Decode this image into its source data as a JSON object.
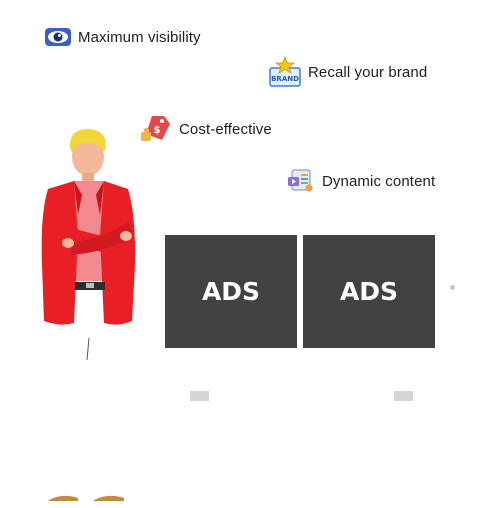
{
  "features": [
    {
      "label": "Maximum visibility",
      "icon": "eye-icon"
    },
    {
      "label": "Recall your brand",
      "icon": "brand-badge-icon"
    },
    {
      "label": "Cost-effective",
      "icon": "price-tag-icon"
    },
    {
      "label": "Dynamic content",
      "icon": "media-content-icon"
    }
  ],
  "billboards": [
    {
      "text": "ADS"
    },
    {
      "text": "ADS"
    }
  ],
  "colors": {
    "billboard": "#434142",
    "jacket": "#e81f25",
    "hair": "#f2d53b",
    "text": "#1f1f1f"
  }
}
